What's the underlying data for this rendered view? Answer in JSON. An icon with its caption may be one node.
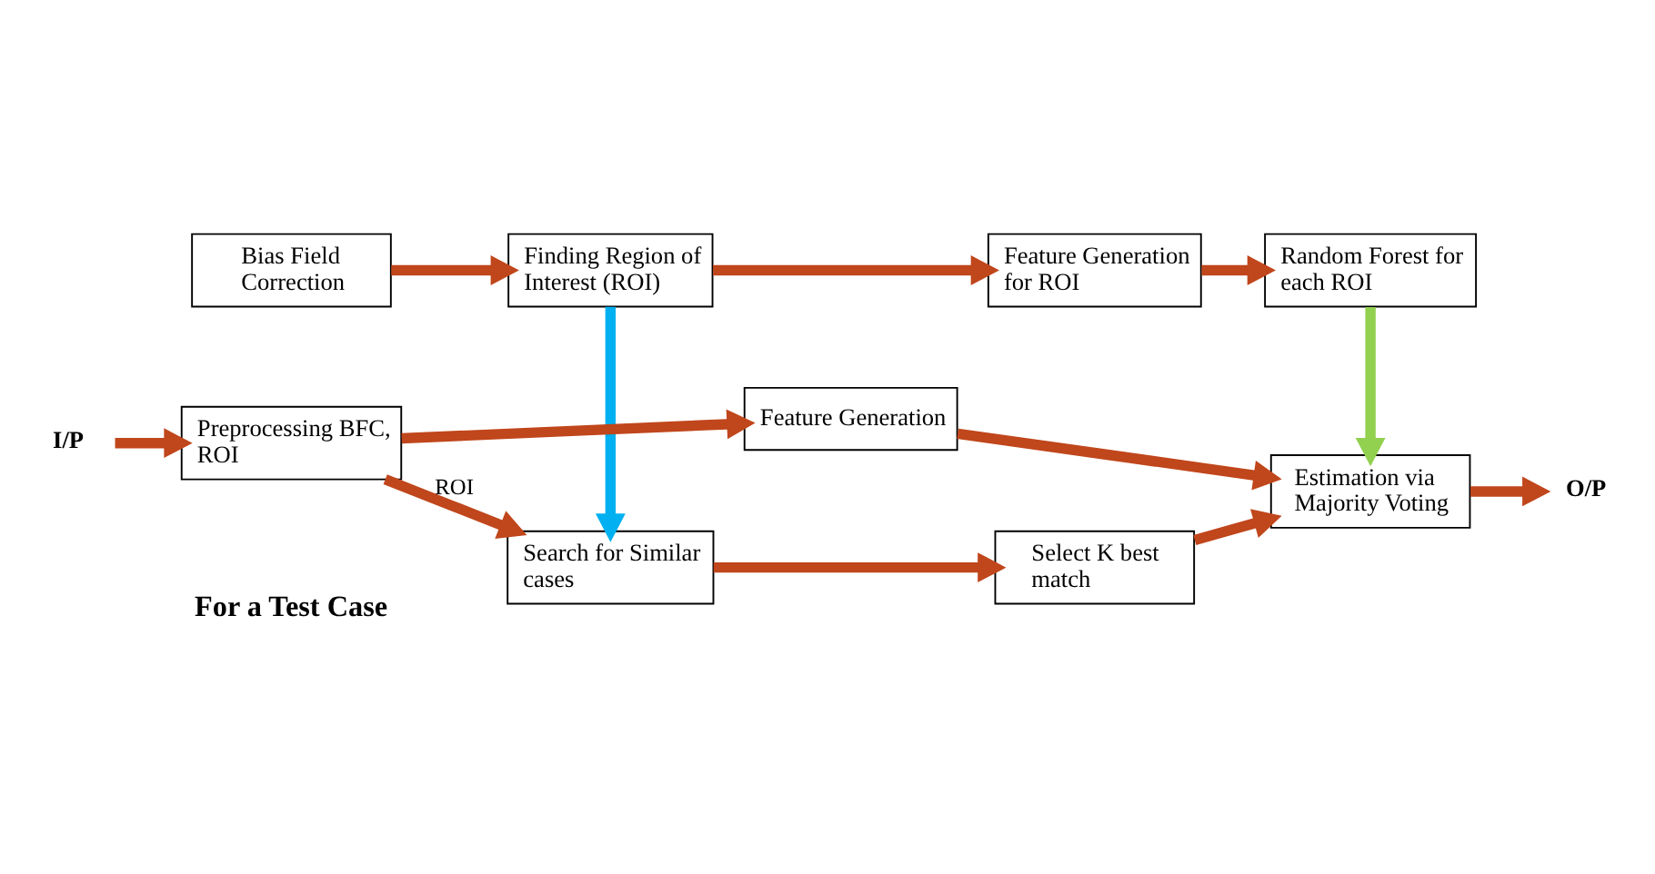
{
  "diagram": {
    "nodes": [
      {
        "text": [
          "Bias Field Correction"
        ]
      },
      {
        "text": [
          "Finding Region of Interest (ROI)"
        ]
      },
      {
        "text": [
          "Feature Generation for ROI"
        ]
      },
      {
        "text": [
          "Random Forest for each ROI"
        ]
      },
      {
        "text": [
          "I/P"
        ]
      },
      {
        "text": [
          "Preprocessing BFC, ROI"
        ]
      },
      {
        "text": [
          "Search for Similar cases"
        ]
      },
      {
        "text": [
          "Select K best match"
        ]
      },
      {
        "text": [
          "Estimation via Majority Voting"
        ]
      },
      {
        "text": [
          "O/P"
        ]
      },
      {
        "text": [
          "Feature Generation"
        ]
      }
    ],
    "edges": [
      {
        "from": 0,
        "to": 1,
        "arrow": "to"
      },
      {
        "from": 1,
        "to": 2,
        "arrow": "to"
      },
      {
        "from": 2,
        "to": 3,
        "arrow": "to"
      },
      {
        "from": 1,
        "to": 6,
        "arrow": "to",
        "color": "#00b0f0"
      },
      {
        "from": 3,
        "to": 8,
        "arrow": "to",
        "color": "#92d050"
      },
      {
        "from": 4,
        "to": 5,
        "arrow": "to"
      },
      {
        "from": 5,
        "to": 6,
        "arrow": "to",
        "label": "ROI"
      },
      {
        "from": 6,
        "to": 7,
        "arrow": "to"
      },
      {
        "from": 7,
        "to": 8,
        "arrow": "to"
      },
      {
        "from": 8,
        "to": 9,
        "arrow": "to"
      },
      {
        "from": 5,
        "to": 10,
        "arrow": "to"
      },
      {
        "from": 10,
        "to": 8,
        "arrow": "to"
      }
    ],
    "labels": [
      "For a Test Case"
    ]
  }
}
